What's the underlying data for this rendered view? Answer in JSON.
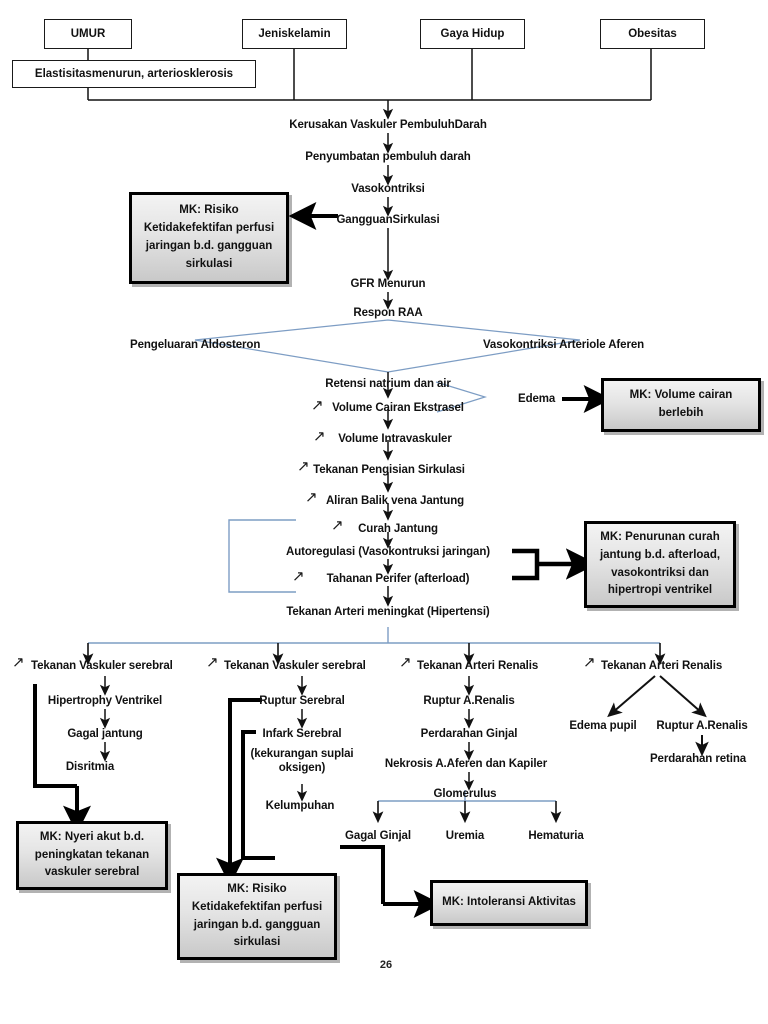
{
  "document": {
    "title": "Pathway Hipertensi",
    "page_number": "26",
    "arrow_glyph": "↗"
  },
  "colors": {
    "thin_connector": "#7d9dc4",
    "thick_connector": "#000000",
    "box_border": "#1a1a1a",
    "mk_box_border": "#000000",
    "mk_box_fill_top": "#f3f3f3",
    "mk_box_fill_bottom": "#c9c9c9",
    "text": "#111111",
    "background": "#ffffff"
  },
  "risk_factor_boxes": [
    {
      "id": "umur",
      "label": "UMUR"
    },
    {
      "id": "jenis-kelamin",
      "label": "Jeniskelamin"
    },
    {
      "id": "gaya-hidup",
      "label": "Gaya Hidup"
    },
    {
      "id": "obesitas",
      "label": "Obesitas"
    }
  ],
  "elasticity_box": {
    "label": "Elastisitasmenurun, arteriosklerosis"
  },
  "main_chain": [
    {
      "id": "kerusakan-vaskuler",
      "label": "Kerusakan Vaskuler PembuluhDarah"
    },
    {
      "id": "penyumbatan",
      "label": "Penyumbatan pembuluh darah"
    },
    {
      "id": "vasokontriksi",
      "label": "Vasokontriksi"
    },
    {
      "id": "gangguan-sirkulasi",
      "label": "GangguanSirkulasi"
    },
    {
      "id": "gfr-menurun",
      "label": "GFR Menurun"
    },
    {
      "id": "respon-raa",
      "label": "Respon RAA"
    }
  ],
  "raa_branches": [
    {
      "id": "pengeluaran-aldosteron",
      "label": "Pengeluaran Aldosteron"
    },
    {
      "id": "vasokontriksi-arteriole",
      "label": "Vasokontriksi Arteriole Aferen"
    }
  ],
  "fluid_chain": [
    {
      "id": "retensi-natrium",
      "label": "Retensi natrium dan air",
      "arrow": false
    },
    {
      "id": "volume-cairan-ekstrasel",
      "label": "Volume Cairan Ekstrasel",
      "arrow": true
    },
    {
      "id": "volume-intravaskuler",
      "label": "Volume Intravaskuler",
      "arrow": true
    },
    {
      "id": "tekanan-pengisian-sirkulasi",
      "label": "Tekanan Pengisian Sirkulasi",
      "arrow": true
    },
    {
      "id": "aliran-balik-vena",
      "label": "Aliran Balik vena Jantung",
      "arrow": true
    },
    {
      "id": "curah-jantung",
      "label": "Curah Jantung",
      "arrow": true
    },
    {
      "id": "autoregulasi",
      "label": "Autoregulasi (Vasokontruksi jaringan)",
      "arrow": false
    },
    {
      "id": "tahanan-perifer",
      "label": "Tahanan Perifer (afterload)",
      "arrow": true
    },
    {
      "id": "tekanan-arteri-meningkat",
      "label": "Tekanan Arteri meningkat (Hipertensi)",
      "arrow": false
    }
  ],
  "edema_label": {
    "label": "Edema"
  },
  "hypertension_branches": [
    {
      "id": "branch-1",
      "label": "Tekanan Vaskuler serebral"
    },
    {
      "id": "branch-2",
      "label": "Tekanan Vaskuler serebral"
    },
    {
      "id": "branch-3",
      "label": "Tekanan Arteri Renalis"
    },
    {
      "id": "branch-4",
      "label": "Tekanan Arteri Renalis"
    }
  ],
  "branch1_chain": [
    {
      "id": "hipertrophy-ventrikel",
      "label": "Hipertrophy Ventrikel"
    },
    {
      "id": "gagal-jantung",
      "label": "Gagal jantung"
    },
    {
      "id": "disritmia",
      "label": "Disritmia"
    }
  ],
  "branch2_chain": [
    {
      "id": "ruptur-serebral",
      "label": "Ruptur Serebral"
    },
    {
      "id": "infark-serebral",
      "label": "Infark Serebral"
    },
    {
      "id": "infark-serebral-sub",
      "label": "(kekurangan suplai oksigen)"
    },
    {
      "id": "kelumpuhan",
      "label": "Kelumpuhan"
    }
  ],
  "branch3_chain": [
    {
      "id": "ruptur-a-renalis",
      "label": "Ruptur A.Renalis"
    },
    {
      "id": "perdarahan-ginjal",
      "label": "Perdarahan Ginjal"
    },
    {
      "id": "nekrosis-aferen",
      "label": "Nekrosis A.Aferen dan Kapiler"
    },
    {
      "id": "glomerulus",
      "label": "Glomerulus"
    }
  ],
  "glomerulus_outcomes": [
    {
      "id": "gagal-ginjal",
      "label": "Gagal Ginjal"
    },
    {
      "id": "uremia",
      "label": "Uremia"
    },
    {
      "id": "hematuria",
      "label": "Hematuria"
    }
  ],
  "branch4_chain": [
    {
      "id": "edema-pupil",
      "label": "Edema pupil"
    },
    {
      "id": "ruptur-a-renalis-2",
      "label": "Ruptur A.Renalis"
    },
    {
      "id": "perdarahan-retina",
      "label": "Perdarahan retina"
    }
  ],
  "mk_boxes": [
    {
      "id": "mk-perfusi-atas",
      "label": "MK: Risiko Ketidakefektifan perfusi jaringan b.d. gangguan sirkulasi"
    },
    {
      "id": "mk-volume-cairan",
      "label": "MK: Volume cairan berlebih"
    },
    {
      "id": "mk-penurunan-curah-jantung",
      "label": "MK: Penurunan curah jantung b.d. afterload, vasokontriksi dan hipertropi ventrikel"
    },
    {
      "id": "mk-nyeri-akut",
      "label": "MK: Nyeri akut b.d. peningkatan tekanan vaskuler serebral"
    },
    {
      "id": "mk-perfusi-bawah",
      "label": "MK: Risiko Ketidakefektifan perfusi jaringan b.d. gangguan sirkulasi"
    },
    {
      "id": "mk-intoleransi-aktivitas",
      "label": "MK: Intoleransi Aktivitas"
    }
  ]
}
